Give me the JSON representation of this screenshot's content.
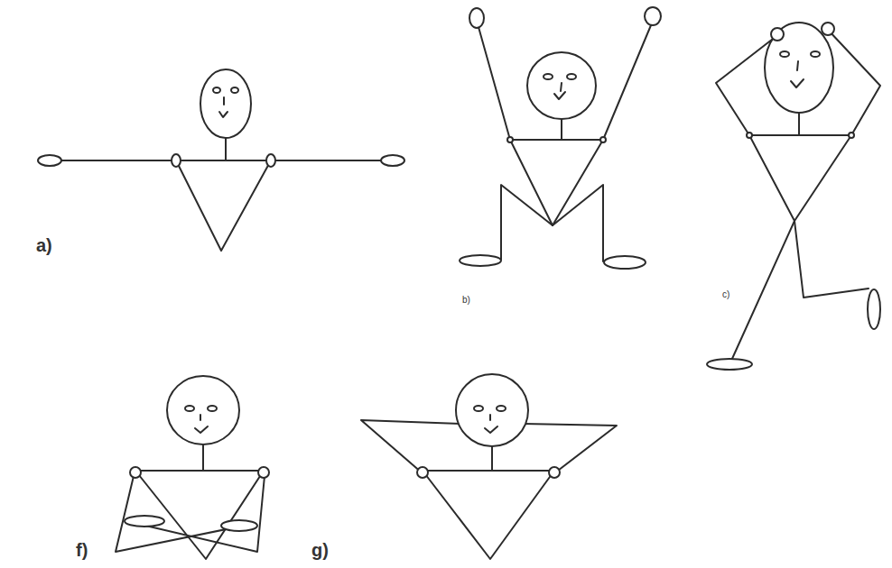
{
  "diagram": {
    "labels": [
      "a)",
      "b)",
      "c)",
      "f)",
      "g)"
    ]
  }
}
